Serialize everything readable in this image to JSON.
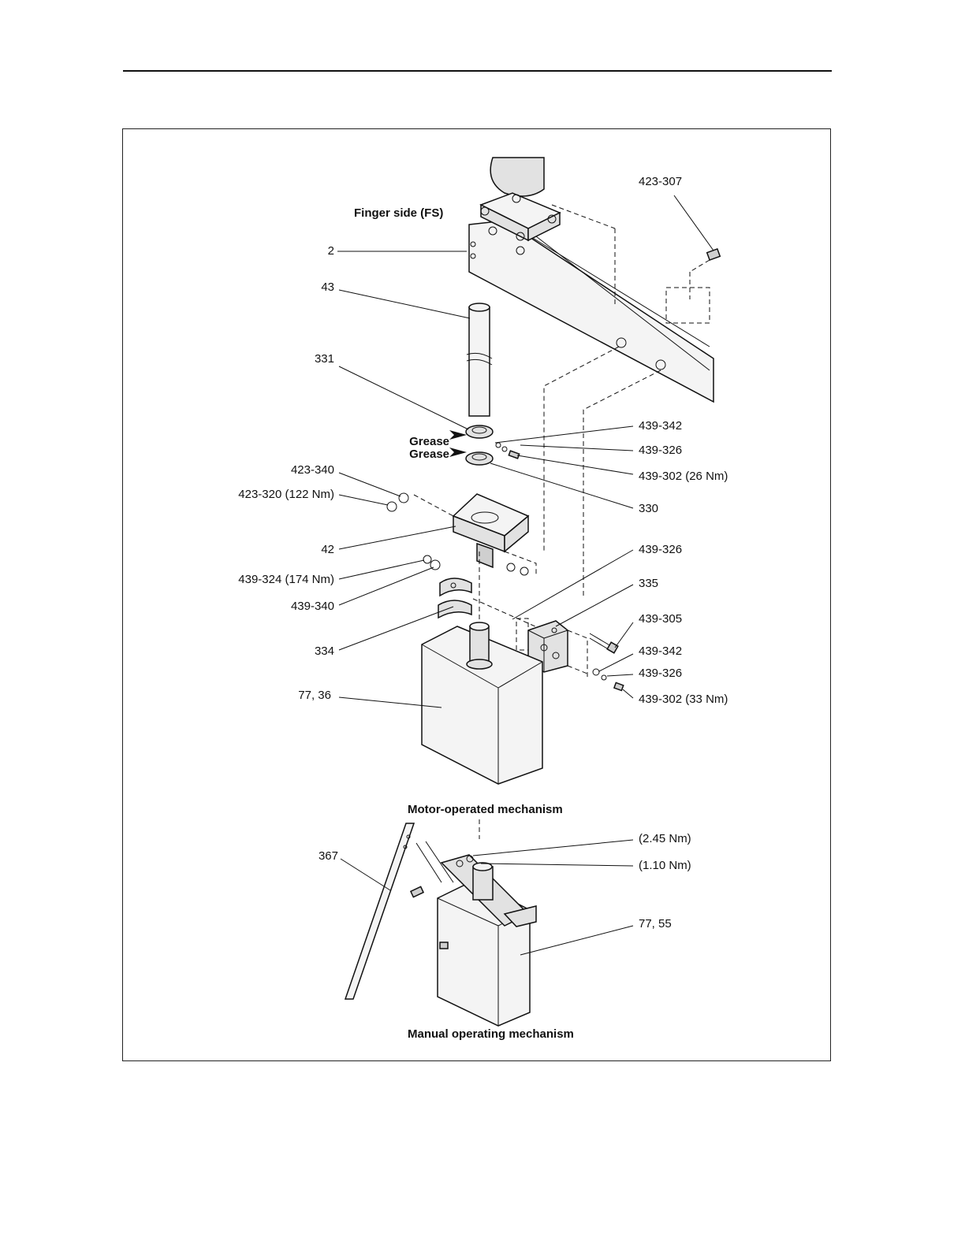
{
  "headings": {
    "finger_side": "Finger side (FS)",
    "motor_mechanism": "Motor-operated mechanism",
    "manual_mechanism": "Manual operating mechanism"
  },
  "labels": {
    "p423_307": "423-307",
    "p2": "2",
    "p43": "43",
    "p331": "331",
    "grease1": "Grease",
    "grease2": "Grease",
    "p439_342a": "439-342",
    "p439_326a": "439-326",
    "p439_302a": "439-302 (26 Nm)",
    "p330": "330",
    "p423_340": "423-340",
    "p423_320": "423-320 (122 Nm)",
    "p42": "42",
    "p439_326b": "439-326",
    "p439_324": "439-324 (174 Nm)",
    "p335": "335",
    "p439_340": "439-340",
    "p439_305": "439-305",
    "p334": "334",
    "p439_342b": "439-342",
    "p439_326c": "439-326",
    "p77_36": "77, 36",
    "p439_302b": "439-302 (33 Nm)",
    "torque_245": "(2.45 Nm)",
    "p367": "367",
    "torque_110": "(1.10 Nm)",
    "p77_55": "77, 55"
  }
}
